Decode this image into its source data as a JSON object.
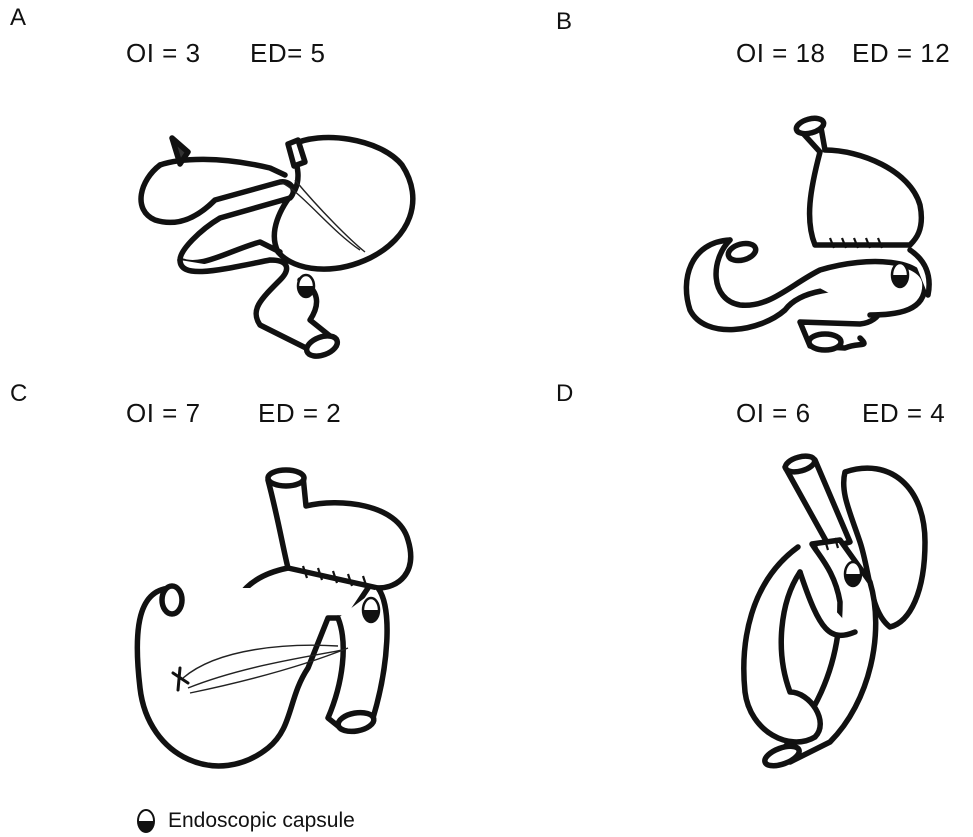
{
  "panels": [
    {
      "letter": "A",
      "oi": "OI =  3",
      "ed": "ED=  5"
    },
    {
      "letter": "B",
      "oi": "OI = 18",
      "ed": "ED = 12"
    },
    {
      "letter": "C",
      "oi": "OI =  7",
      "ed": "ED =  2"
    },
    {
      "letter": "D",
      "oi": "OI = 6",
      "ed": "ED = 4"
    }
  ],
  "legend": {
    "label": "Endoscopic capsule",
    "icon": "capsule-icon"
  }
}
